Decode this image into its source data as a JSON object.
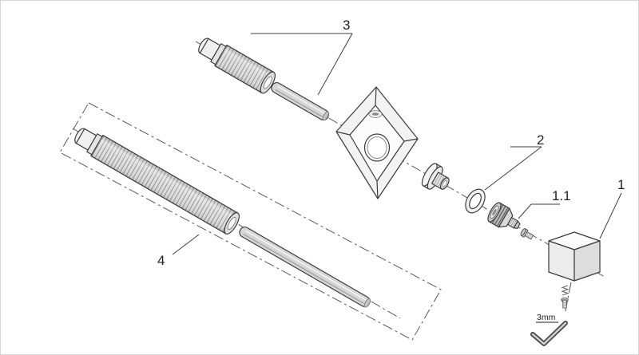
{
  "labels": {
    "part1": "1",
    "part1_1": "1.1",
    "part2": "2",
    "part3": "3",
    "part4": "4",
    "tool_size": "3mm"
  },
  "parts": [
    {
      "label": "3",
      "name": "threaded-adapter-and-pin"
    },
    {
      "label": "2",
      "name": "flange-bushing-and-seal-ring"
    },
    {
      "label": "1.1",
      "name": "valve-cartridge-and-screw"
    },
    {
      "label": "1",
      "name": "cube-handle-with-set-screw-and-hex-key"
    },
    {
      "label": "4",
      "name": "extension-tube-and-rod-kit"
    }
  ],
  "colors": {
    "line": "#3b3b3b",
    "axis": "#5a5a5a",
    "leader": "#3f3f3f",
    "text": "#1e1e1e",
    "background": "#ffffff"
  }
}
